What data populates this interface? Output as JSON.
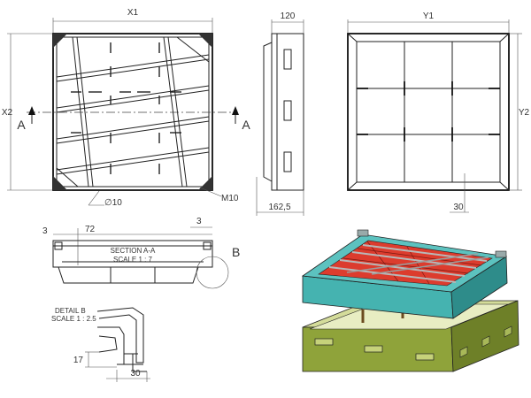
{
  "dimensions": {
    "x1": "X1",
    "x2": "X2",
    "y1": "Y1",
    "y2": "Y2",
    "depth_120": "120",
    "depth_162_5": "162,5",
    "diameter": "∅10",
    "thread": "M10",
    "offset_30": "30",
    "section_3_left": "3",
    "section_72": "72",
    "section_3_right": "3",
    "detail_17": "17",
    "detail_30": "30"
  },
  "section_markers": {
    "left": "A",
    "right": "A"
  },
  "section_view": {
    "title": "SECTION A-A",
    "scale": "SCALE 1 : 7"
  },
  "detail_view": {
    "callout": "B",
    "title": "DETAIL B",
    "scale": "SCALE 1 : 2.5"
  },
  "colors": {
    "frame_teal": "#45b3b0",
    "frame_teal_dark": "#2e8c8a",
    "frame_olive": "#8fa33a",
    "frame_olive_dark": "#6e8028",
    "infill_red": "#dc3c2e",
    "bars_grey": "#b8b8b8"
  }
}
